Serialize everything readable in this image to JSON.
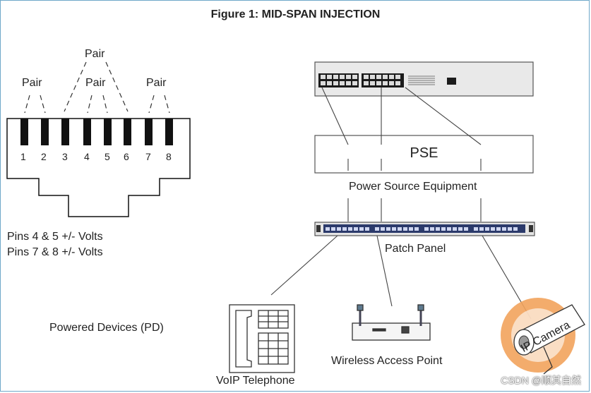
{
  "title": "Figure 1: MID-SPAN INJECTION",
  "connector": {
    "pair_label": "Pair",
    "pins": [
      "1",
      "2",
      "3",
      "4",
      "5",
      "6",
      "7",
      "8"
    ],
    "notes": [
      "Pins 4 & 5  +/- Volts",
      "Pins 7 & 8  +/- Volts"
    ]
  },
  "pse": {
    "label": "PSE",
    "caption": "Power Source Equipment"
  },
  "patch_panel": {
    "caption": "Patch Panel"
  },
  "powered_devices": {
    "label": "Powered Devices (PD)"
  },
  "devices": {
    "voip": "VoIP Telephone",
    "wap": "Wireless Access Point",
    "camera": "IP Camera"
  },
  "watermark": "CSDN @顺其自然"
}
